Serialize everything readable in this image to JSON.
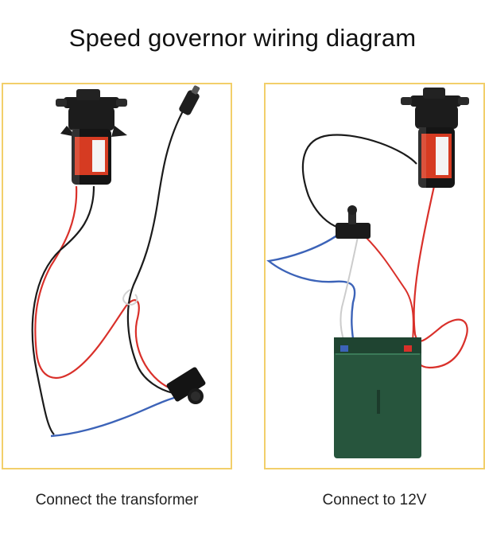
{
  "title": "Speed governor wiring diagram",
  "left_panel": {
    "caption": "Connect the transformer"
  },
  "right_panel": {
    "caption": "Connect to 12V"
  },
  "colors": {
    "frame": "#f2cf6a",
    "red_wire": "#d9302a",
    "black_wire": "#1b1b1b",
    "blue_wire": "#3c63b8",
    "white_wire": "#c8c8c8",
    "battery": "#27553d",
    "pump_label": "#d63b22"
  }
}
